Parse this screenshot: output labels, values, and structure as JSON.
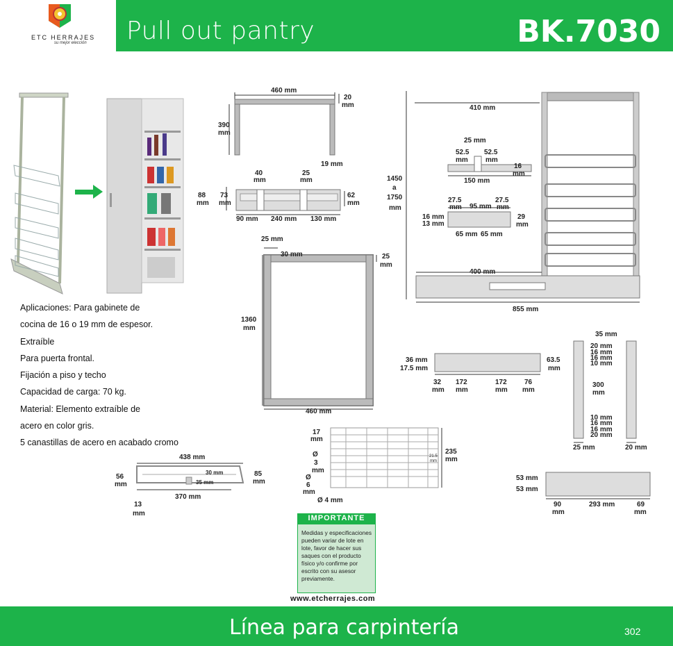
{
  "header": {
    "brand": "ETC",
    "brand_sub": "HERRAJES",
    "tagline": "su mejor elección",
    "title": "Pull out pantry",
    "code": "BK.7030"
  },
  "specs": [
    "Aplicaciones: Para gabinete de",
    "cocina de 16 o 19 mm de espesor.",
    "Extraíble",
    "Para puerta frontal.",
    "Fijación a piso y techo",
    "Capacidad de carga: 70 kg.",
    "Material: Elemento extraíble de",
    "acero en color gris.",
    "5 canastillas de acero en acabado cromo"
  ],
  "dims": {
    "d460a": "460 mm",
    "d20": "20",
    "d20mm": "mm",
    "d390": "390",
    "d390mm": "mm",
    "d19": "19 mm",
    "d40": "40",
    "d40mm": "mm",
    "d25a": "25",
    "d25amm": "mm",
    "d88": "88",
    "d88mm": "mm",
    "d73": "73",
    "d73mm": "mm",
    "d62": "62",
    "d62mm": "mm",
    "d90a": "90 mm",
    "d240": "240 mm",
    "d130": "130 mm",
    "d25b": "25 mm",
    "d30": "30 mm",
    "d25c": "25",
    "d25cmm": "mm",
    "d1360": "1360",
    "d1360mm": "mm",
    "d460b": "460 mm",
    "d410": "410 mm",
    "d1450": "1450",
    "d1450a": "a",
    "d1750": "1750",
    "d1750mm": "mm",
    "d25d": "25 mm",
    "d525a": "52.5",
    "d525amm": "mm",
    "d525b": "52.5",
    "d525bmm": "mm",
    "d16a": "16",
    "d16amm": "mm",
    "d150": "150 mm",
    "d275a": "27.5",
    "d275amm": "mm",
    "d95": "95 mm",
    "d275b": "27.5",
    "d275bmm": "mm",
    "d16b": "16 mm",
    "d13": "13 mm",
    "d29": "29",
    "d29mm": "mm",
    "d65a": "65 mm",
    "d65b": "65 mm",
    "d400": "400 mm",
    "d855": "855 mm",
    "d36": "36 mm",
    "d175": "17.5 mm",
    "d635": "63.5",
    "d635mm": "mm",
    "d32": "32",
    "d32mm": "mm",
    "d172a": "172",
    "d172amm": "mm",
    "d172b": "172",
    "d172bmm": "mm",
    "d76": "76",
    "d76mm": "mm",
    "d35": "35 mm",
    "s20a": "20 mm",
    "s16a": "16 mm",
    "s16b": "16 mm",
    "s10a": "10 mm",
    "s300": "300",
    "s300mm": "mm",
    "s10b": "10 mm",
    "s16c": "16 mm",
    "s16d": "16 mm",
    "s20b": "20 mm",
    "s25": "25 mm",
    "s20c": "20 mm",
    "d17": "17",
    "d17mm": "mm",
    "dphi3": "Ø",
    "d3": "3",
    "d3mm": "mm",
    "dphi6": "Ø",
    "d6": "6",
    "d6mm": "mm",
    "d4": "Ø 4 mm",
    "d235": "235",
    "d235mm": "mm",
    "d215": "21.5",
    "d215mm": "mm",
    "d438": "438 mm",
    "d30b": "30 mm",
    "d35b": "35 mm",
    "d56": "56",
    "d56mm": "mm",
    "d85": "85",
    "d85mm": "mm",
    "d370": "370 mm",
    "d13b": "13",
    "d13bmm": "mm",
    "d53a": "53 mm",
    "d53b": "53 mm",
    "d90b": "90",
    "d90bmm": "mm",
    "d293": "293 mm",
    "d69": "69",
    "d69mm": "mm"
  },
  "important": {
    "heading": "IMPORTANTE",
    "text": "Medidas y especificaciones pueden variar de lote en lote, favor de hacer sus saques con el producto físico y/o confirme por escrito con su asesor previamente.",
    "url": "www.etcherrajes.com"
  },
  "footer": {
    "text": "Línea para carpintería",
    "page": "302"
  },
  "colors": {
    "green": "#1db34a",
    "frame": "#a8a8a8"
  }
}
